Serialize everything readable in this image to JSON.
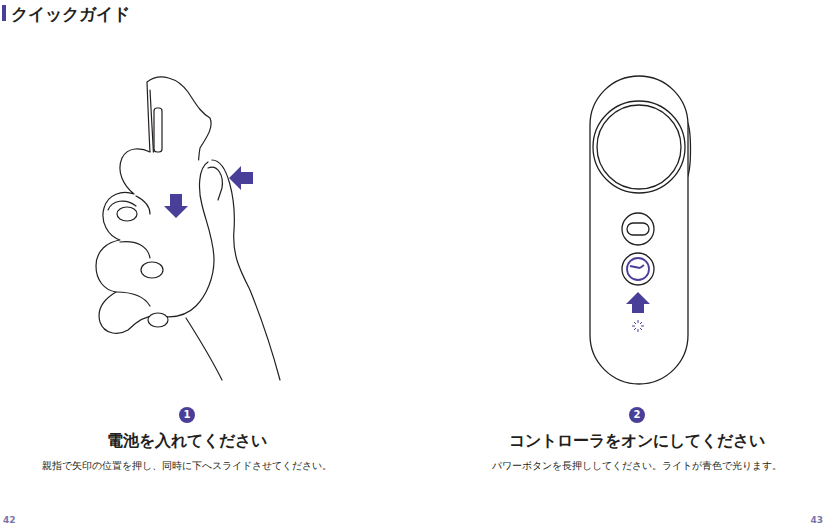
{
  "diagram": {
    "title": "クイックガイド",
    "nodes": [
      {
        "text": [
          "1"
        ]
      },
      {
        "text": [
          "2"
        ]
      }
    ],
    "edges": [],
    "labels": [
      "電池を入れてください",
      "親指で矢印の位置を押し、同時に下へスライドさせてください。",
      "コントローラをオンにしてください",
      "パワーボタンを長押ししてください。ライトが青色で光ります。",
      "42",
      "43"
    ]
  }
}
